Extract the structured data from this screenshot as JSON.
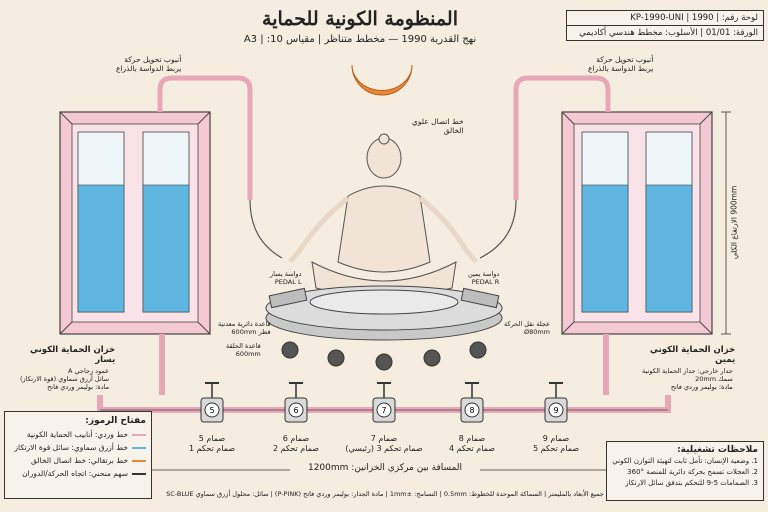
{
  "header": {
    "title": "المنظومة الكونية للحماية",
    "subtitle": "نهج القدرية 1990 — مخطط متناظر | مقياس 10: | A3"
  },
  "title_block": {
    "row1": "لوحة رقم: | KP-1990-UNI | 1990",
    "row2": "الورقة: 01/01 | الأسلوب: مخطط هندسي أكاديمي"
  },
  "labels": {
    "tube_left": "أنبوب تحويل حركة\nيربط الدواسة بالذراع",
    "tube_right": "أنبوب تحويل حركة\nيربط الدواسة بالذراع",
    "upper_link": "خط اتصال علوي\nالخالق",
    "pedal_left": "دواسة يسار\nPEDAL L",
    "pedal_right": "دواسة يمين\nPEDAL R",
    "wheel_dims": "قاعدة دائرية معدنية\nقطر 600mm",
    "platform_dims": "قاعدة الحلقة\n600mm",
    "wheel_right": "عجلة نقل الحركة\nØ80mm",
    "tank_left_title": "خزان الحماية الكوني\nيسار",
    "tank_left_specs": "عمود زجاجي A\nسائل أزرق سماوي (قوة الارتكاز)\nمادة: بوليمر وردي فاتح",
    "tank_right_title": "خزان الحماية الكوني\nيمين",
    "tank_right_specs": "جدار خارجي: جدار الحماية الكونية\nسمك 20mm\nمادة: بوليمر وردي فاتح",
    "height_dim": "900mm الارتفاع الكلي",
    "span_dim": "المسافة بين مركزي الخزانين: 1200mm"
  },
  "valves": [
    {
      "num": "5",
      "name": "صمام 5",
      "ctrl": "صمام تحكم 1"
    },
    {
      "num": "6",
      "name": "صمام 6",
      "ctrl": "صمام تحكم 2"
    },
    {
      "num": "7",
      "name": "صمام 7",
      "ctrl": "صمام تحكم 3 (رئيسي)"
    },
    {
      "num": "8",
      "name": "صمام 8",
      "ctrl": "صمام تحكم 4"
    },
    {
      "num": "9",
      "name": "صمام 9",
      "ctrl": "صمام تحكم 5"
    }
  ],
  "legend": {
    "heading": "مفتاح الرموز:",
    "items": [
      {
        "text": "خط وردي: أنابيب الحماية الكونية",
        "color": "#e8a7b8"
      },
      {
        "text": "خط أزرق سماوي: سائل قوة الارتكاز",
        "color": "#5fb6e0"
      },
      {
        "text": "خط برتقالي: خط اتصال الخالق",
        "color": "#e8893a"
      },
      {
        "text": "سهم منحني: اتجاه الحركة/الدوران",
        "color": "#333333"
      }
    ]
  },
  "notes": {
    "heading": "ملاحظات تشغيلية:",
    "items": [
      "1. وضعية الإنسان: تأمل ثابت لتهيئة التوازن الكوني",
      "2. العجلات تسمح بحركة دائرية للمنصة °360",
      "3. الصمامات 5-9 للتحكم بتدفق سائل الارتكاز"
    ]
  },
  "footer": "جميع الأبعاد بالمليمتر | السماكة الموحدة للخطوط: 0.5mm | التسامح: ±1mm | مادة الجدار: بوليمر وردي فاتح (P-PINK) | سائل: محلول أزرق سماوي SC-BLUE",
  "colors": {
    "pink": "#e8a7b8",
    "blue": "#5fb6e0",
    "orange": "#e8893a",
    "paper": "#f4ede0"
  }
}
